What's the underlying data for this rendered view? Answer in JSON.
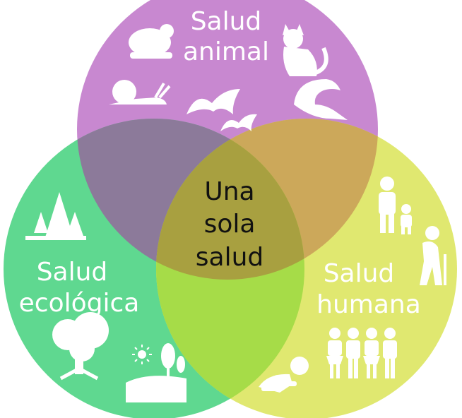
{
  "diagram": {
    "center": {
      "lines": [
        "Una",
        "sola",
        "salud"
      ]
    },
    "circles": [
      {
        "key": "animal",
        "lines": [
          "Salud",
          "animal"
        ],
        "color": "#c888d0",
        "icons": [
          "frog-icon",
          "cat-icon",
          "snail-icon",
          "bat-icon",
          "bat-icon",
          "dolphin-icon"
        ]
      },
      {
        "key": "ecologica",
        "lines": [
          "Salud",
          "ecológica"
        ],
        "color": "#5fd890",
        "icons": [
          "forest-icon",
          "tree-icon",
          "sun-icon",
          "landscape-icon"
        ]
      },
      {
        "key": "humana",
        "lines": [
          "Salud",
          "humana"
        ],
        "color": "#e0e870",
        "icons": [
          "parent-child-icon",
          "elderly-person-icon",
          "family-icon",
          "crawling-baby-icon"
        ]
      }
    ]
  }
}
